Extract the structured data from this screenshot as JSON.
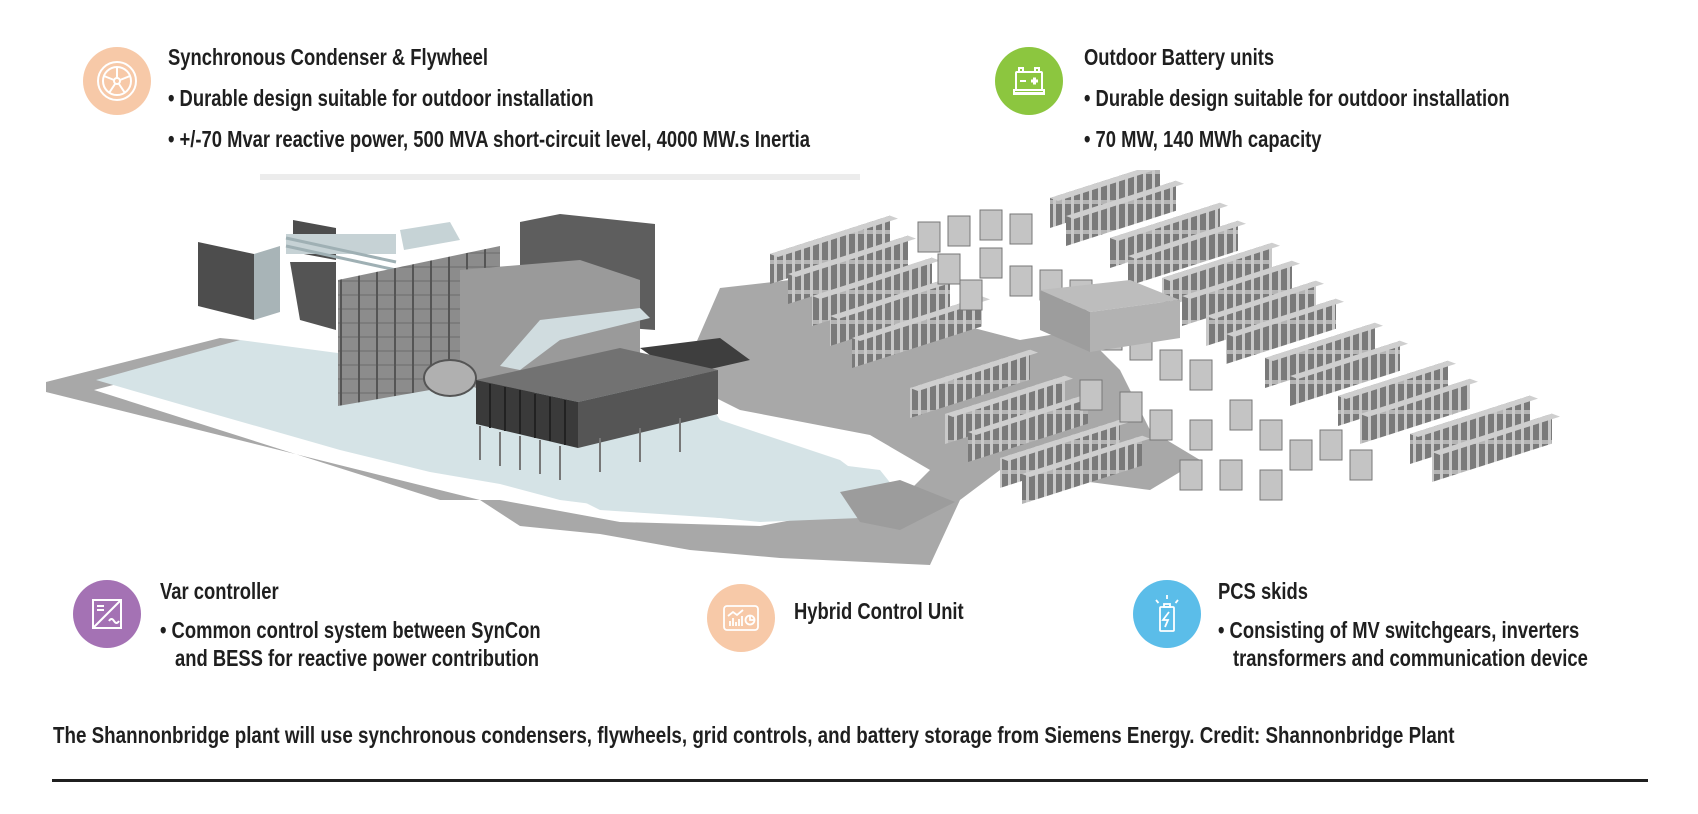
{
  "colors": {
    "syncon_icon_bg": "#f7c9a8",
    "battery_icon_bg": "#8cc63f",
    "var_icon_bg": "#a472b4",
    "hybrid_icon_bg": "#f7c9a8",
    "pcs_icon_bg": "#5bbde9",
    "ground": "#d5e3e6",
    "road": "#a8a8a8",
    "text": "#1f1f1f"
  },
  "sections": {
    "syncon": {
      "icon": "flywheel-icon",
      "title": "Synchronous Condenser & Flywheel",
      "bullets": [
        "• Durable design suitable for outdoor installation",
        "• +/-70 Mvar reactive power, 500 MVA short-circuit level, 4000 MW.s Inertia"
      ]
    },
    "battery": {
      "icon": "battery-icon",
      "title": "Outdoor Battery units",
      "bullets": [
        "• Durable design suitable for outdoor installation",
        "• 70 MW, 140 MWh capacity"
      ]
    },
    "var_controller": {
      "icon": "converter-icon",
      "title": "Var controller",
      "bullet_lines": [
        "• Common control system between SynCon",
        "and BESS for reactive power contribution"
      ]
    },
    "hybrid": {
      "icon": "dashboard-icon",
      "title": "Hybrid Control Unit"
    },
    "pcs": {
      "icon": "charging-battery-icon",
      "title": "PCS skids",
      "bullet_lines": [
        "• Consisting of MV switchgears, inverters",
        "transformers and communication device"
      ]
    }
  },
  "illustration": {
    "description": "Isometric 3D site rendering: synchronous condenser and flywheel building (left) and outdoor battery yard (right)"
  },
  "caption": "The Shannonbridge plant will use synchronous condensers, flywheels, grid controls, and battery storage from Siemens Energy. Credit: Shannonbridge Plant"
}
